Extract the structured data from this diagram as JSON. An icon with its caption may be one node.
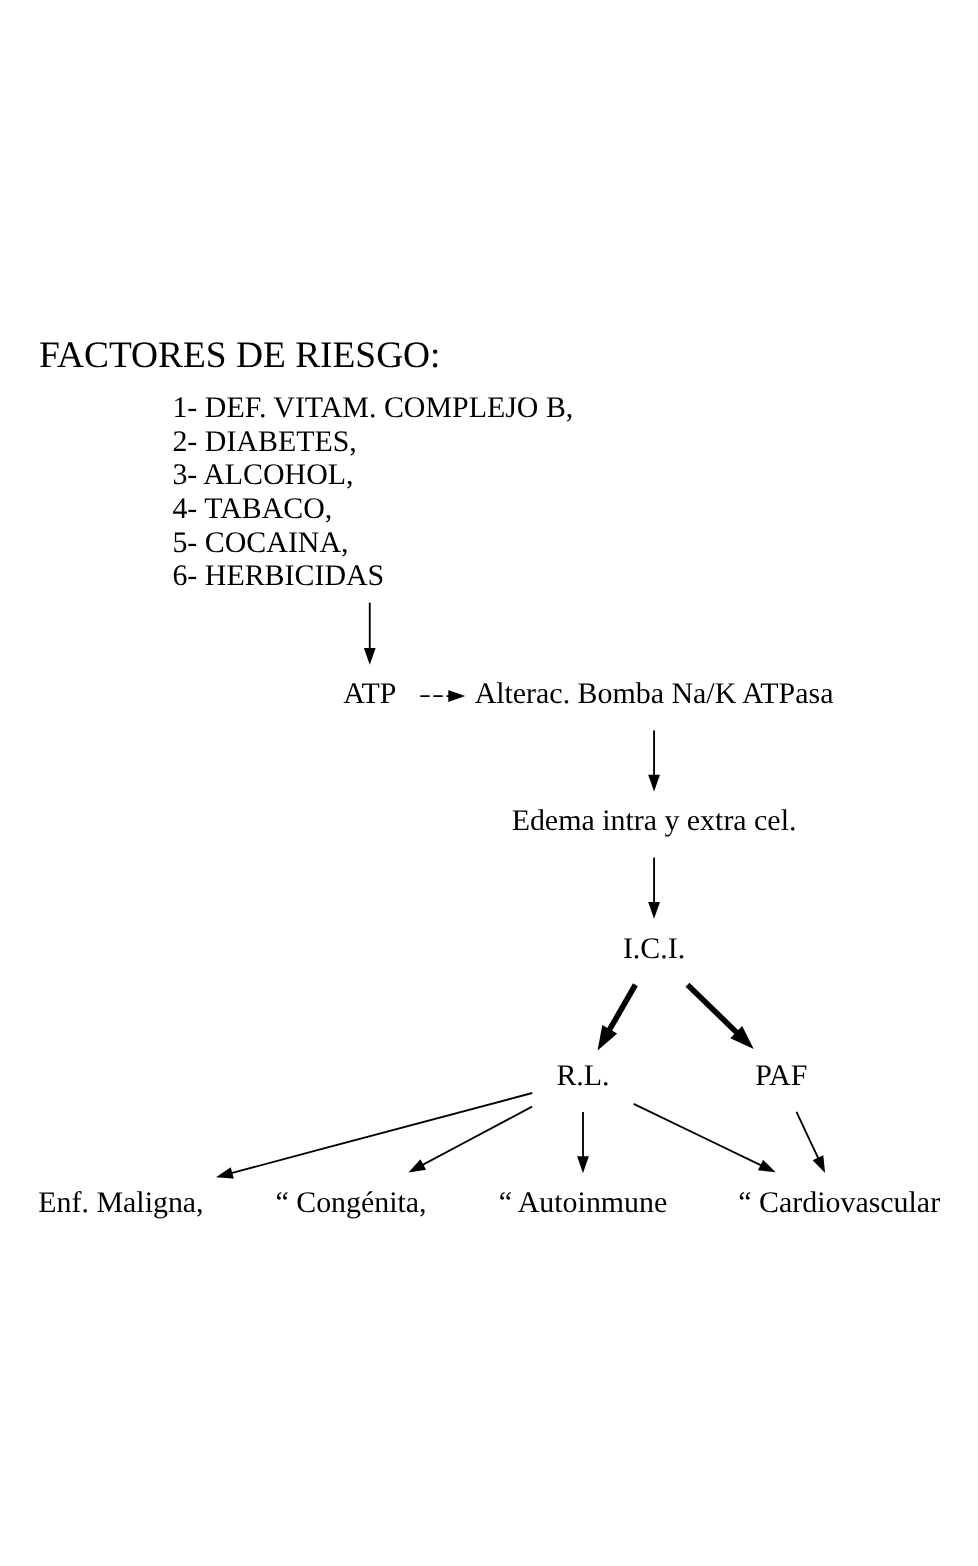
{
  "diagram": {
    "title": "FACTORES DE RIESGO:",
    "nodes": [
      {
        "text": [
          "1- DEF. VITAM. COMPLEJO B,",
          "2- DIABETES,",
          "3- ALCOHOL,",
          "4- TABACO,",
          "5- COCAINA,",
          "6- HERBICIDAS"
        ]
      },
      {
        "text": [
          "ATP"
        ]
      },
      {
        "text": [
          "Alterac. Bomba Na/K ATPasa"
        ]
      },
      {
        "text": [
          "Edema intra y extra cel."
        ]
      },
      {
        "text": [
          "I.C.I."
        ]
      },
      {
        "text": [
          "R.L."
        ]
      },
      {
        "text": [
          "PAF"
        ]
      },
      {
        "text": [
          "Enf. Maligna,"
        ]
      },
      {
        "text": [
          "“ Congénita,"
        ]
      },
      {
        "text": [
          "“ Autoinmune"
        ]
      },
      {
        "text": [
          "“ Cardiovascular"
        ]
      }
    ],
    "edges": [
      {
        "from": 0,
        "to": 1,
        "arrow": "to"
      },
      {
        "from": 1,
        "to": 2,
        "arrow": "to",
        "style": "dashed"
      },
      {
        "from": 2,
        "to": 3,
        "arrow": "to"
      },
      {
        "from": 3,
        "to": 4,
        "arrow": "to"
      },
      {
        "from": 4,
        "to": 5,
        "arrow": "to",
        "style": "thick"
      },
      {
        "from": 4,
        "to": 6,
        "arrow": "to",
        "style": "thick"
      },
      {
        "from": 5,
        "to": 7,
        "arrow": "to"
      },
      {
        "from": 5,
        "to": 8,
        "arrow": "to"
      },
      {
        "from": 5,
        "to": 9,
        "arrow": "to"
      },
      {
        "from": 5,
        "to": 10,
        "arrow": "to"
      },
      {
        "from": 6,
        "to": 10,
        "arrow": "to"
      }
    ]
  }
}
